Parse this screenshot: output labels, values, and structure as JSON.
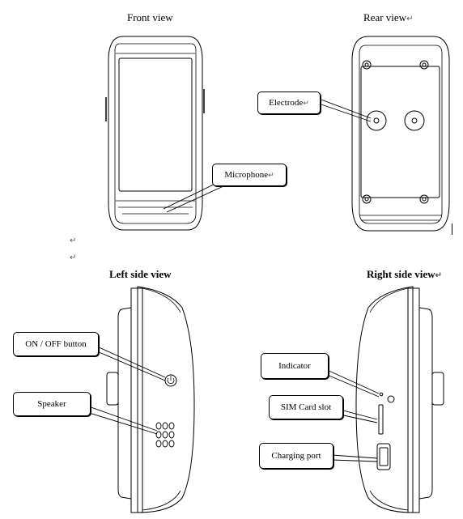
{
  "views": {
    "front": "Front view",
    "rear": "Rear view",
    "left": "Left side view",
    "right": "Right side view"
  },
  "labels": {
    "electrode": "Electrode",
    "microphone": "Microphone",
    "on_off": "ON / OFF button",
    "speaker": "Speaker",
    "indicator": "Indicator",
    "sim": "SIM Card slot",
    "charging": "Charging port"
  },
  "marks": {
    "return": "↵"
  }
}
